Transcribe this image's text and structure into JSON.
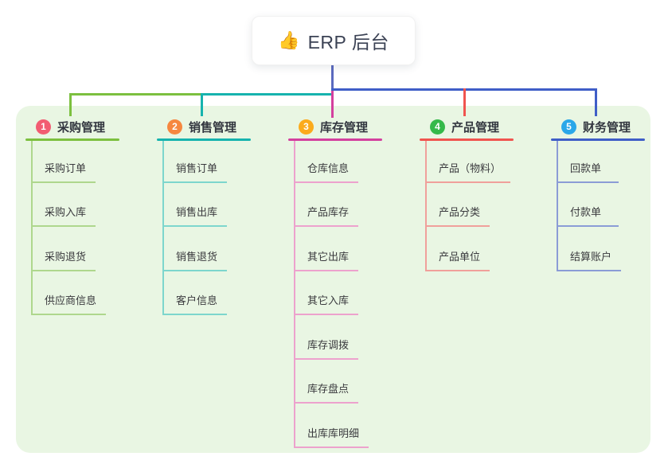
{
  "page": {
    "background": "#ffffff",
    "panel_background": "#e9f6e3"
  },
  "root": {
    "icon": "👍",
    "icon_name": "thumbs-up-icon",
    "title": "ERP 后台",
    "line_color": "#5b6abf"
  },
  "branches": [
    {
      "badge": "1",
      "label": "采购管理",
      "badge_color": "#f25c72",
      "line_color": "#7cc03f",
      "sub_line_color": "#aed78d",
      "children": [
        "采购订单",
        "采购入库",
        "采购退货",
        "供应商信息"
      ]
    },
    {
      "badge": "2",
      "label": "销售管理",
      "badge_color": "#f6873f",
      "line_color": "#16b3ae",
      "sub_line_color": "#7dd6cd",
      "children": [
        "销售订单",
        "销售出库",
        "销售退货",
        "客户信息"
      ]
    },
    {
      "badge": "3",
      "label": "库存管理",
      "badge_color": "#fbab1c",
      "line_color": "#d4409e",
      "sub_line_color": "#eda2cd",
      "children": [
        "仓库信息",
        "产品库存",
        "其它出库",
        "其它入库",
        "库存调拨",
        "库存盘点",
        "出库库明细"
      ]
    },
    {
      "badge": "4",
      "label": "产品管理",
      "badge_color": "#35b94a",
      "line_color": "#f0544f",
      "sub_line_color": "#f0a09b",
      "children": [
        "产品（物料）",
        "产品分类",
        "产品单位"
      ]
    },
    {
      "badge": "5",
      "label": "财务管理",
      "badge_color": "#2aa7e9",
      "line_color": "#3f5ec7",
      "sub_line_color": "#8b9cd6",
      "children": [
        "回款单",
        "付款单",
        "结算账户"
      ]
    }
  ]
}
